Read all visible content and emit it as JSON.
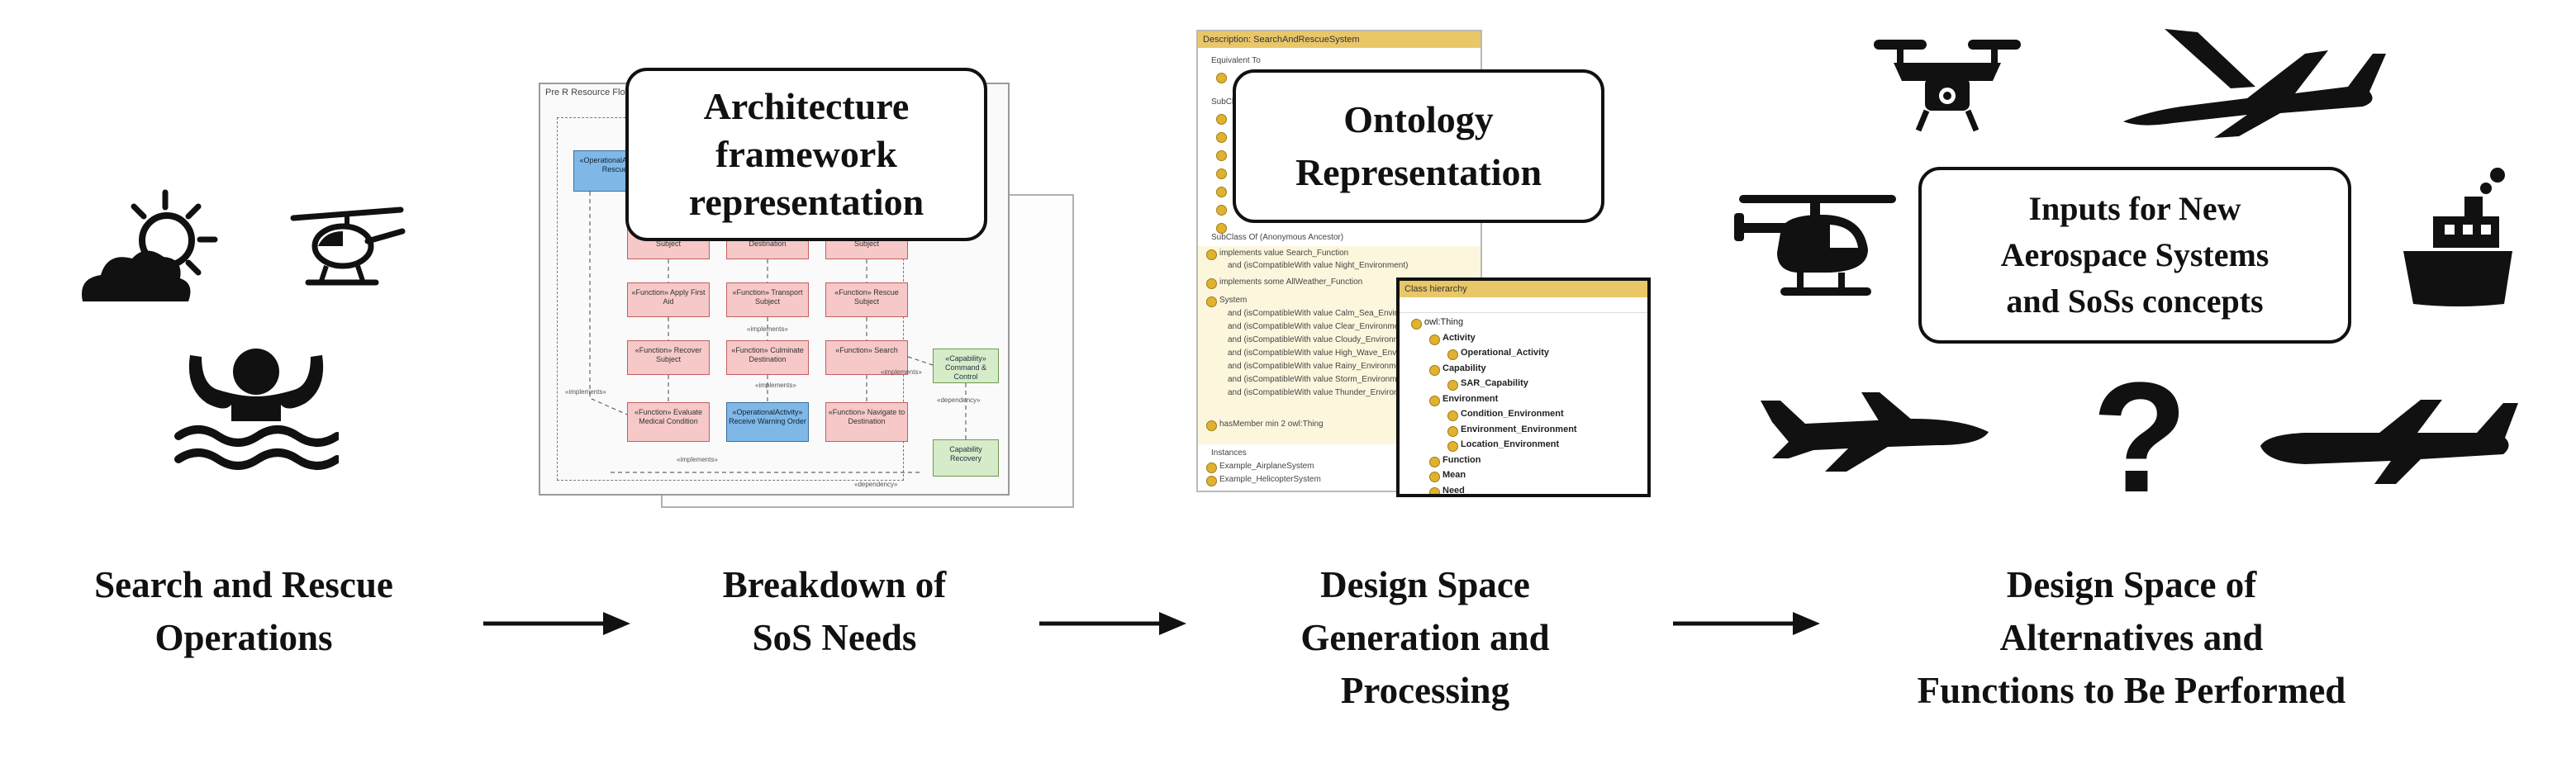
{
  "stages": [
    {
      "lines": [
        "Search and Rescue",
        "Operations"
      ]
    },
    {
      "lines": [
        "Breakdown of",
        "SoS Needs"
      ]
    },
    {
      "lines": [
        "Design Space",
        "Generation and",
        "Processing"
      ]
    },
    {
      "lines": [
        "Design Space of",
        "Alternatives and",
        "Functions to Be Performed"
      ]
    }
  ],
  "callouts": {
    "architecture": [
      "Architecture",
      "framework",
      "representation"
    ],
    "ontology": [
      "Ontology",
      "Representation"
    ],
    "inputs": [
      "Inputs for New",
      "Aerospace Systems",
      "and SoSs concepts"
    ]
  },
  "question_mark": "?",
  "icons": {
    "stage1": [
      "sun-cloud-icon",
      "helicopter-icon",
      "swimmer-in-water-icon"
    ],
    "stage4": [
      "drone-icon",
      "airliner-icon",
      "helicopter-icon",
      "ship-icon",
      "uav-icon",
      "question-icon",
      "jet-icon"
    ]
  },
  "architecture_screenshot": {
    "title": "Pre R Resource Flows",
    "functions": [
      "«Function» Locate Subject",
      "«Function» Move to Destination",
      "«Function» Escort Subject",
      "«Function» Apply First Aid",
      "«Function» Transport Subject",
      "«Function» Rescue Subject",
      "«Function» Recover Subject",
      "«Function» Culminate Destination",
      "«Function» Search",
      "«Function» Evaluate Medical Condition",
      "«Function» Navigate to Destination"
    ],
    "activities": [
      "«OperationalActivity» Rescue",
      "«OperationalActivity» Receive Warning Order"
    ],
    "capabilities": [
      "«Capability» Command & Control",
      "Capability Recovery"
    ],
    "connector_labels": [
      "«implements»",
      "«implements»",
      "«implements»",
      "«implements»",
      "«implements»",
      "«dependency»",
      "«dependency»"
    ]
  },
  "ontology_screenshot": {
    "header": "Description: SearchAndRescueSystem",
    "equivalent_label": "Equivalent To",
    "subclass_label": "SubClass Of",
    "subclass_anon_label": "SubClass Of (Anonymous Ancestor)",
    "axioms": [
      "implements value Search_Function",
      "and (isCompatibleWith value Night_Environment)",
      "implements some AllWeather_Function",
      "System",
      "and (isCompatibleWith value Calm_Sea_Environment)",
      "and (isCompatibleWith value Clear_Environment)",
      "and (isCompatibleWith value Cloudy_Environment)",
      "and (isCompatibleWith value High_Wave_Environment)",
      "and (isCompatibleWith value Rainy_Environment)",
      "and (isCompatibleWith value Storm_Environment)",
      "and (isCompatibleWith value Thunder_Environment)",
      "hasMember min 2 owl:Thing"
    ],
    "instances_label": "Instances",
    "instances": [
      "Example_AirplaneSystem",
      "Example_HelicopterSystem"
    ],
    "class_hierarchy_title": "Class hierarchy",
    "tree": [
      {
        "label": "owl:Thing",
        "level": 0
      },
      {
        "label": "Activity",
        "level": 1
      },
      {
        "label": "Operational_Activity",
        "level": 2
      },
      {
        "label": "Capability",
        "level": 1
      },
      {
        "label": "SAR_Capability",
        "level": 2
      },
      {
        "label": "Environment",
        "level": 1
      },
      {
        "label": "Condition_Environment",
        "level": 2
      },
      {
        "label": "Environment_Environment",
        "level": 2
      },
      {
        "label": "Location_Environment",
        "level": 2
      },
      {
        "label": "Function",
        "level": 1
      },
      {
        "label": "Mean",
        "level": 1
      },
      {
        "label": "Need",
        "level": 1
      }
    ]
  },
  "colors": {
    "text": "#111111",
    "function_box": "#f6c8c8",
    "activity_box": "#7fb8e6",
    "capability_box": "#d6ecc8",
    "ontology_header": "#e9c769",
    "ontology_dot": "#e0b230"
  }
}
